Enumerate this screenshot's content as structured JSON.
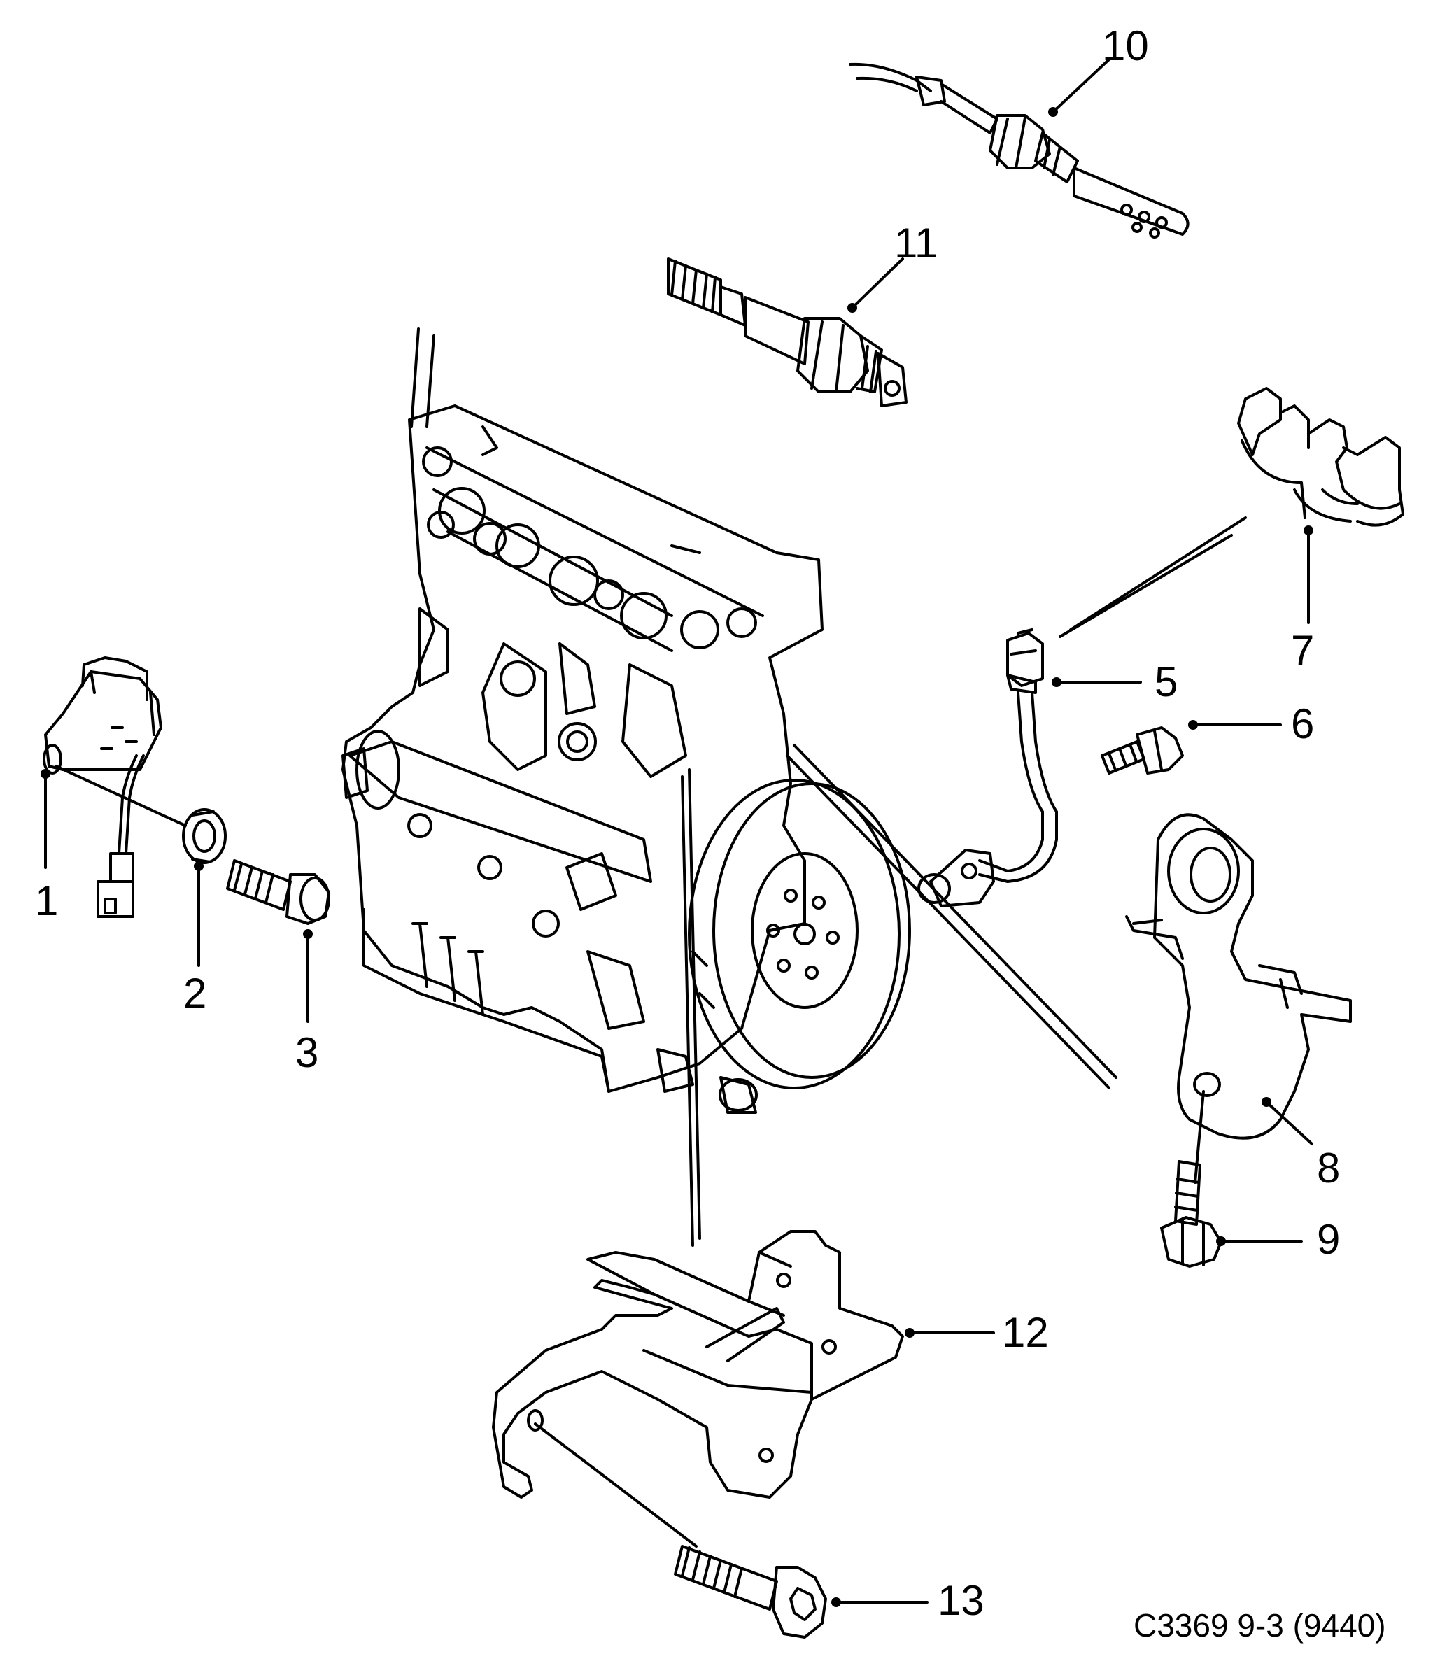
{
  "callouts": {
    "c1": "1",
    "c2": "2",
    "c3": "3",
    "c5": "5",
    "c6": "6",
    "c7": "7",
    "c8": "8",
    "c9": "9",
    "c10": "10",
    "c11": "11",
    "c12": "12",
    "c13": "13"
  },
  "caption": "C3369 9-3 (9440)"
}
